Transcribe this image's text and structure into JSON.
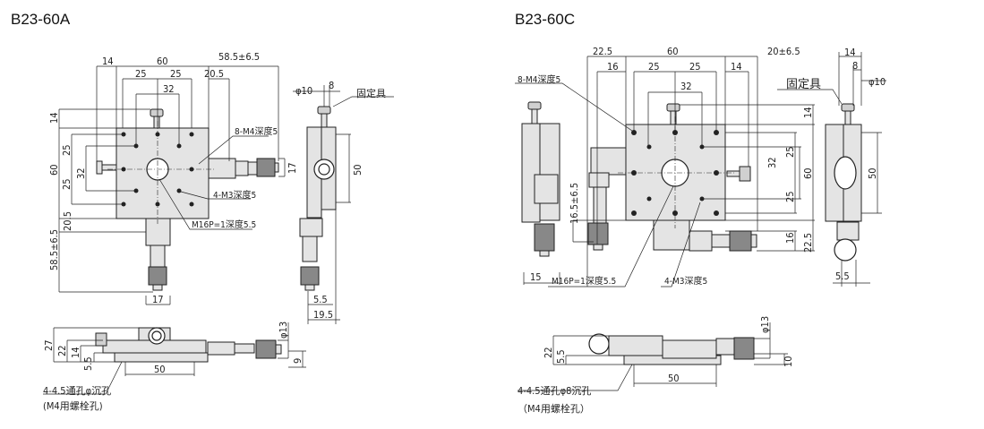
{
  "a": {
    "title": "B23-60A",
    "top": {
      "d14": "14",
      "d60": "60",
      "d585": "58.5±6.5",
      "d25a": "25",
      "d25b": "25",
      "d205": "20.5",
      "d32": "32",
      "v14": "14",
      "v60": "60",
      "v25a": "25",
      "v25b": "25",
      "v32": "32",
      "v17": "17",
      "v205": "20.5",
      "v585": "58.5±6.5",
      "h17": "17",
      "m4": "8-M4深度5",
      "m3": "4-M3深度5",
      "m16": "M16P=1深度5.5"
    },
    "side": {
      "phi10": "φ10",
      "d8": "8",
      "fixture": "固定具",
      "v50": "50",
      "d55": "5.5",
      "d195": "19.5"
    },
    "bottom": {
      "v27": "27",
      "v22": "22",
      "v14": "14",
      "v55": "5.5",
      "h50": "50",
      "phi13": "φ13",
      "v9": "9",
      "hole": "4-4.5通孔φ沉孔",
      "bolt": "(M4用螺栓孔)"
    }
  },
  "c": {
    "title": "B23-60C",
    "top": {
      "d225": "22.5",
      "d60": "60",
      "d20": "20±6.5",
      "d16": "16",
      "d25a": "25",
      "d25b": "25",
      "d14": "14",
      "d32": "32",
      "m4": "8-M4深度5",
      "v14": "14",
      "v32": "32",
      "v25a": "25",
      "v60": "60",
      "v25b": "25",
      "v16": "16",
      "v225": "22.5",
      "v165": "16.5±6.5",
      "h15": "15",
      "m16": "M16P=1深度5.5",
      "m3": "4-M3深度5"
    },
    "side": {
      "d14": "14",
      "d8": "8",
      "phi10": "φ10",
      "fixture": "固定具",
      "v50": "50",
      "d55": "5.5"
    },
    "bottom": {
      "v22": "22",
      "v55": "5.5",
      "phi13": "φ13",
      "v10": "10",
      "h50": "50",
      "hole": "4-4.5通孔φ8沉孔",
      "bolt": "（M4用螺栓孔）"
    }
  }
}
